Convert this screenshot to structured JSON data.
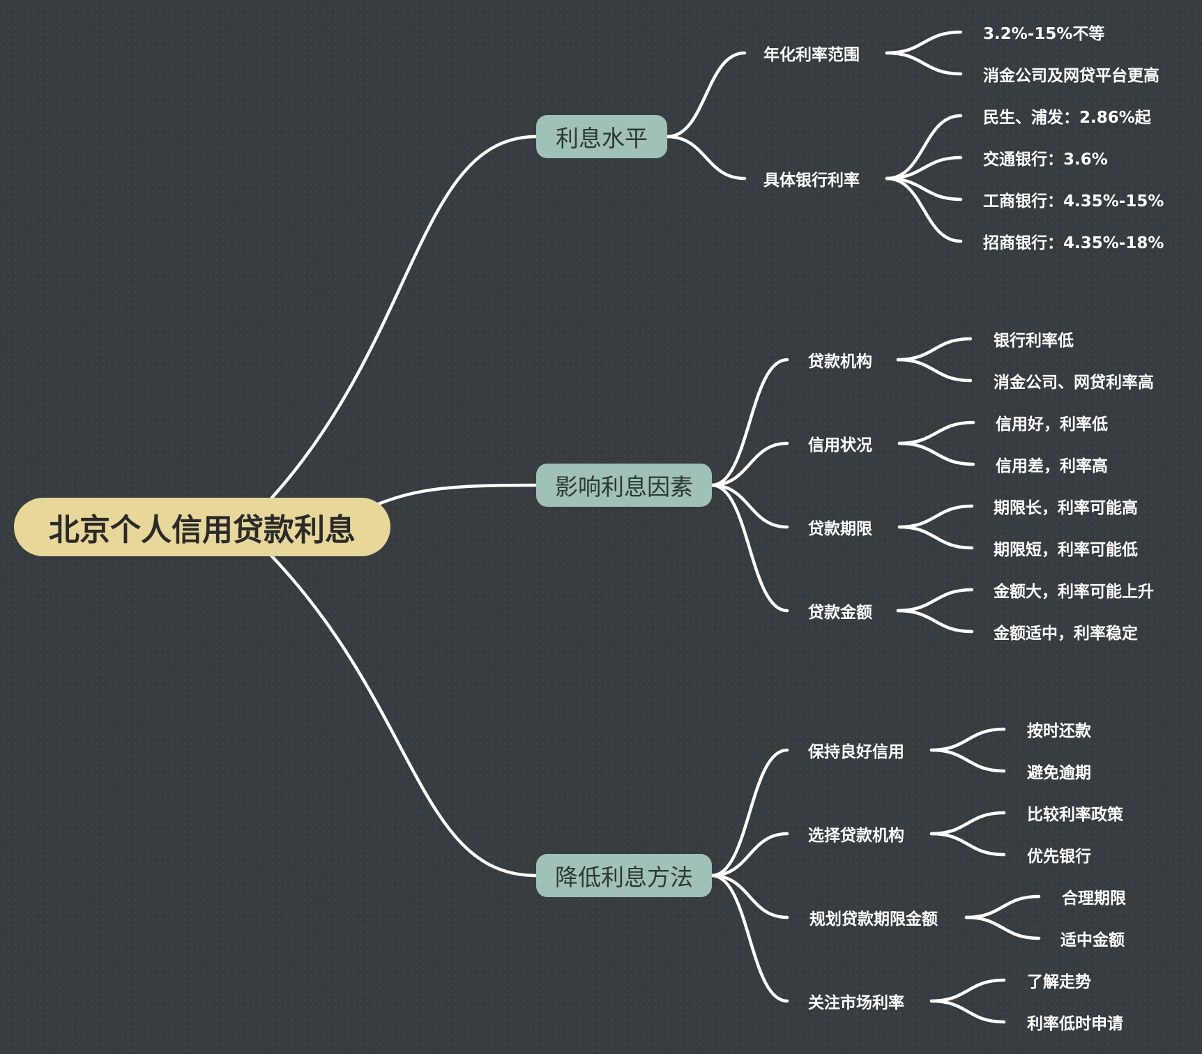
{
  "root": "北京个人信用贷款利息",
  "branches": [
    {
      "label": "利息水平",
      "children": [
        {
          "label": "年化利率范围",
          "items": [
            "3.2%-15%不等",
            "消金公司及网贷平台更高"
          ]
        },
        {
          "label": "具体银行利率",
          "items": [
            "民生、浦发：2.86%起",
            "交通银行：3.6%",
            "工商银行：4.35%-15%",
            "招商银行：4.35%-18%"
          ]
        }
      ]
    },
    {
      "label": "影响利息因素",
      "children": [
        {
          "label": "贷款机构",
          "items": [
            "银行利率低",
            "消金公司、网贷利率高"
          ]
        },
        {
          "label": "信用状况",
          "items": [
            "信用好，利率低",
            "信用差，利率高"
          ]
        },
        {
          "label": "贷款期限",
          "items": [
            "期限长，利率可能高",
            "期限短，利率可能低"
          ]
        },
        {
          "label": "贷款金额",
          "items": [
            "金额大，利率可能上升",
            "金额适中，利率稳定"
          ]
        }
      ]
    },
    {
      "label": "降低利息方法",
      "children": [
        {
          "label": "保持良好信用",
          "items": [
            "按时还款",
            "避免逾期"
          ]
        },
        {
          "label": "选择贷款机构",
          "items": [
            "比较利率政策",
            "优先银行"
          ]
        },
        {
          "label": "规划贷款期限金额",
          "items": [
            "合理期限",
            "适中金额"
          ]
        },
        {
          "label": "关注市场利率",
          "items": [
            "了解走势",
            "利率低时申请"
          ]
        }
      ]
    }
  ]
}
